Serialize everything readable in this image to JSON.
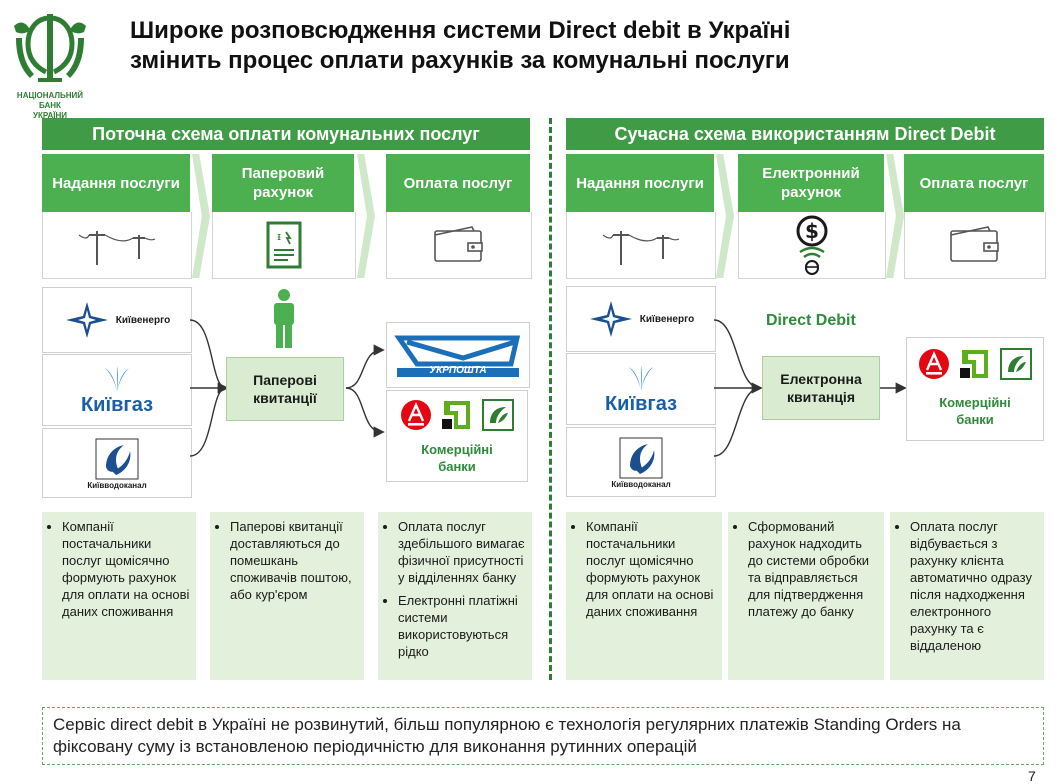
{
  "logo": {
    "line1": "НАЦІОНАЛЬНИЙ",
    "line2": "БАНК",
    "line3": "УКРАЇНИ"
  },
  "title": {
    "line1": "Широке розповсюдження системи Direct debit в Україні",
    "line2": "змінить процес оплати рахунків за комунальні послуги"
  },
  "left": {
    "header": "Поточна схема оплати комунальних послуг",
    "steps": [
      "Надання послуги",
      "Паперовий рахунок",
      "Оплата послуг"
    ],
    "providers": [
      "Київенерго",
      "Київгаз",
      "Київводоканал"
    ],
    "center_box": "Паперові квитанції",
    "post_logo": "УКРПОШТА",
    "banks_label": "Комерційні банки",
    "desc": [
      [
        "Компанії постачальники послуг щомісячно формують рахунок для оплати на основі даних споживання"
      ],
      [
        "Паперові квитанції доставляються до помешкань споживачів поштою, або кур'єром"
      ],
      [
        "Оплата послуг здебільшого вимагає фізичної присутності у відділеннях банку",
        "Електронні платіжні системи використовуються рідко"
      ]
    ]
  },
  "right": {
    "header": "Сучасна схема використанням Direct Debit",
    "steps": [
      "Надання послуги",
      "Електронний рахунок",
      "Оплата послуг"
    ],
    "providers": [
      "Київенерго",
      "Київгаз",
      "Київводоканал"
    ],
    "dd_label": "Direct Debit",
    "center_box": "Електронна квитанція",
    "banks_label": "Комерційні банки",
    "desc": [
      [
        "Компанії постачальники послуг щомісячно формують рахунок для оплати на основі даних споживання"
      ],
      [
        "Сформований рахунок надходить до системи обробки та відправляється для підтвердження платежу до банку"
      ],
      [
        "Оплата послуг відбувається з рахунку клієнта автоматично одразу після надходження електронного рахунку та є віддаленою"
      ]
    ]
  },
  "footer": "Сервіс direct debit в Україні не розвинутий, більш популярною є технологія регулярних платежів Standing Orders на фіксовану суму із встановленою періодичністю для виконання рутинних операцій",
  "page_number": "7",
  "colors": {
    "primary_green": "#3f9b45",
    "step_green": "#4caf50",
    "light_green": "#e3f1dc"
  }
}
